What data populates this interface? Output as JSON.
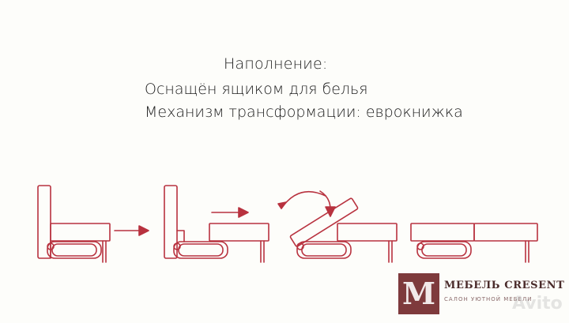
{
  "content": {
    "heading": "Наполнение:",
    "line1": "Оснащён ящиком для белья",
    "line2": "Механизм трансформации: еврокнижка"
  },
  "logo": {
    "letter": "М",
    "name": "МЕБЕЛЬ CRESENT",
    "tagline": "САЛОН УЮТНОЙ МЕБЕЛИ"
  },
  "watermark": {
    "text": "Avito"
  },
  "colors": {
    "stroke": "#b8323f",
    "brand": "#7e3a3c",
    "text": "#1c1c1c"
  }
}
